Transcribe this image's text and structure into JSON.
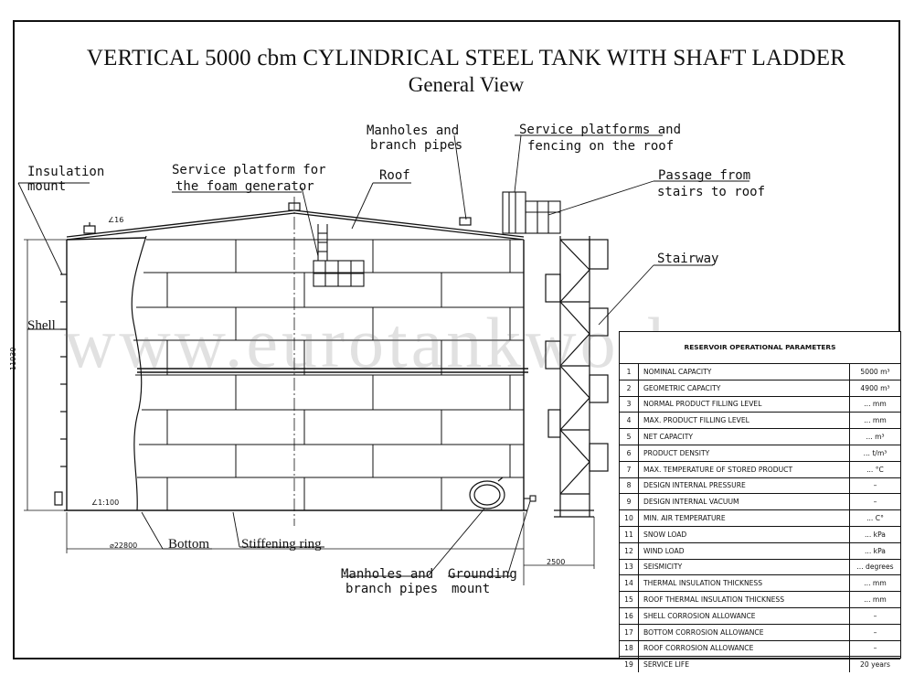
{
  "title": "VERTICAL 5000 cbm CYLINDRICAL STEEL TANK WITH SHAFT LADDER",
  "subtitle": "General View",
  "watermark": "www.eurotankworks.com",
  "labels": {
    "insulation_mount_1": "Insulation",
    "insulation_mount_2": "mount",
    "service_platform_foam_1": "Service platform for",
    "service_platform_foam_2": "the foam generator",
    "roof": "Roof",
    "manholes_top_1": "Manholes and",
    "manholes_top_2": "branch pipes",
    "service_platforms_roof_1": "Service platforms and",
    "service_platforms_roof_2": "fencing on the roof",
    "passage_1": "Passage from",
    "passage_2": "stairs to roof",
    "stairway": "Stairway",
    "shell": "Shell",
    "bottom": "Bottom",
    "stiffening_ring": "Stiffening ring",
    "manholes_bottom_1": "Manholes and",
    "manholes_bottom_2": "branch pipes",
    "grounding_1": "Grounding",
    "grounding_2": "mount"
  },
  "dimensions": {
    "roof_slope": "∠16",
    "bottom_slope": "∠1:100",
    "height": "11930",
    "diameter": "⌀22800",
    "stair_offset": "2500"
  },
  "table": {
    "header": "RESERVOIR OPERATIONAL PARAMETERS",
    "rows": [
      {
        "n": "1",
        "name": "NOMINAL CAPACITY",
        "value": "5000 m³"
      },
      {
        "n": "2",
        "name": "GEOMETRIC CAPACITY",
        "value": "4900 m³"
      },
      {
        "n": "3",
        "name": "NORMAL PRODUCT FILLING LEVEL",
        "value": "... mm"
      },
      {
        "n": "4",
        "name": "MAX. PRODUCT FILLING LEVEL",
        "value": "... mm"
      },
      {
        "n": "5",
        "name": "NET CAPACITY",
        "value": "... m³"
      },
      {
        "n": "6",
        "name": "PRODUCT DENSITY",
        "value": "... t/m³"
      },
      {
        "n": "7",
        "name": "MAX. TEMPERATURE OF STORED PRODUCT",
        "value": "... °C"
      },
      {
        "n": "8",
        "name": "DESIGN INTERNAL PRESSURE",
        "value": "–"
      },
      {
        "n": "9",
        "name": " DESIGN INTERNAL VACUUM",
        "value": "–"
      },
      {
        "n": "10",
        "name": "MIN. AIR TEMPERATURE",
        "value": "... C°"
      },
      {
        "n": "11",
        "name": "SNOW LOAD",
        "value": "... kPa"
      },
      {
        "n": "12",
        "name": "WIND LOAD",
        "value": "... kPa"
      },
      {
        "n": "13",
        "name": "SEISMICITY",
        "value": "... degrees"
      },
      {
        "n": "14",
        "name": "THERMAL INSULATION THICKNESS",
        "value": "... mm"
      },
      {
        "n": "15",
        "name": "ROOF THERMAL INSULATION THICKNESS",
        "value": "... mm"
      },
      {
        "n": "16",
        "name": "SHELL CORROSION ALLOWANCE",
        "value": "–"
      },
      {
        "n": "17",
        "name": " BOTTOM CORROSION ALLOWANCE",
        "value": "–"
      },
      {
        "n": "18",
        "name": "ROOF CORROSION ALLOWANCE",
        "value": "–"
      },
      {
        "n": "19",
        "name": "SERVICE LIFE",
        "value": "20 years"
      }
    ]
  }
}
